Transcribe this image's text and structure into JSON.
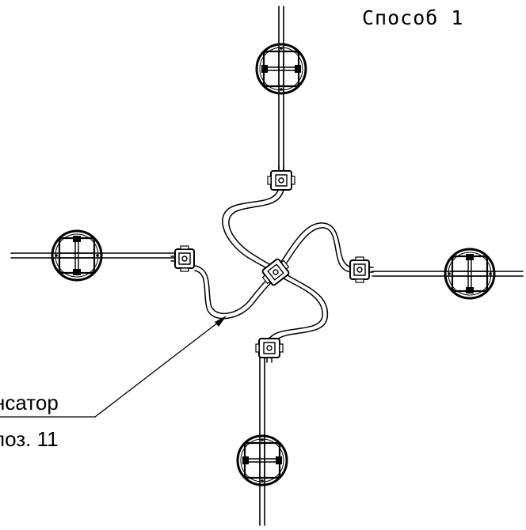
{
  "diagram": {
    "method_label": "Способ 1",
    "callout": {
      "line1": "нсатор",
      "line2": "поз. 11"
    },
    "colors": {
      "ink": "#000000",
      "background": "#ffffff"
    }
  }
}
